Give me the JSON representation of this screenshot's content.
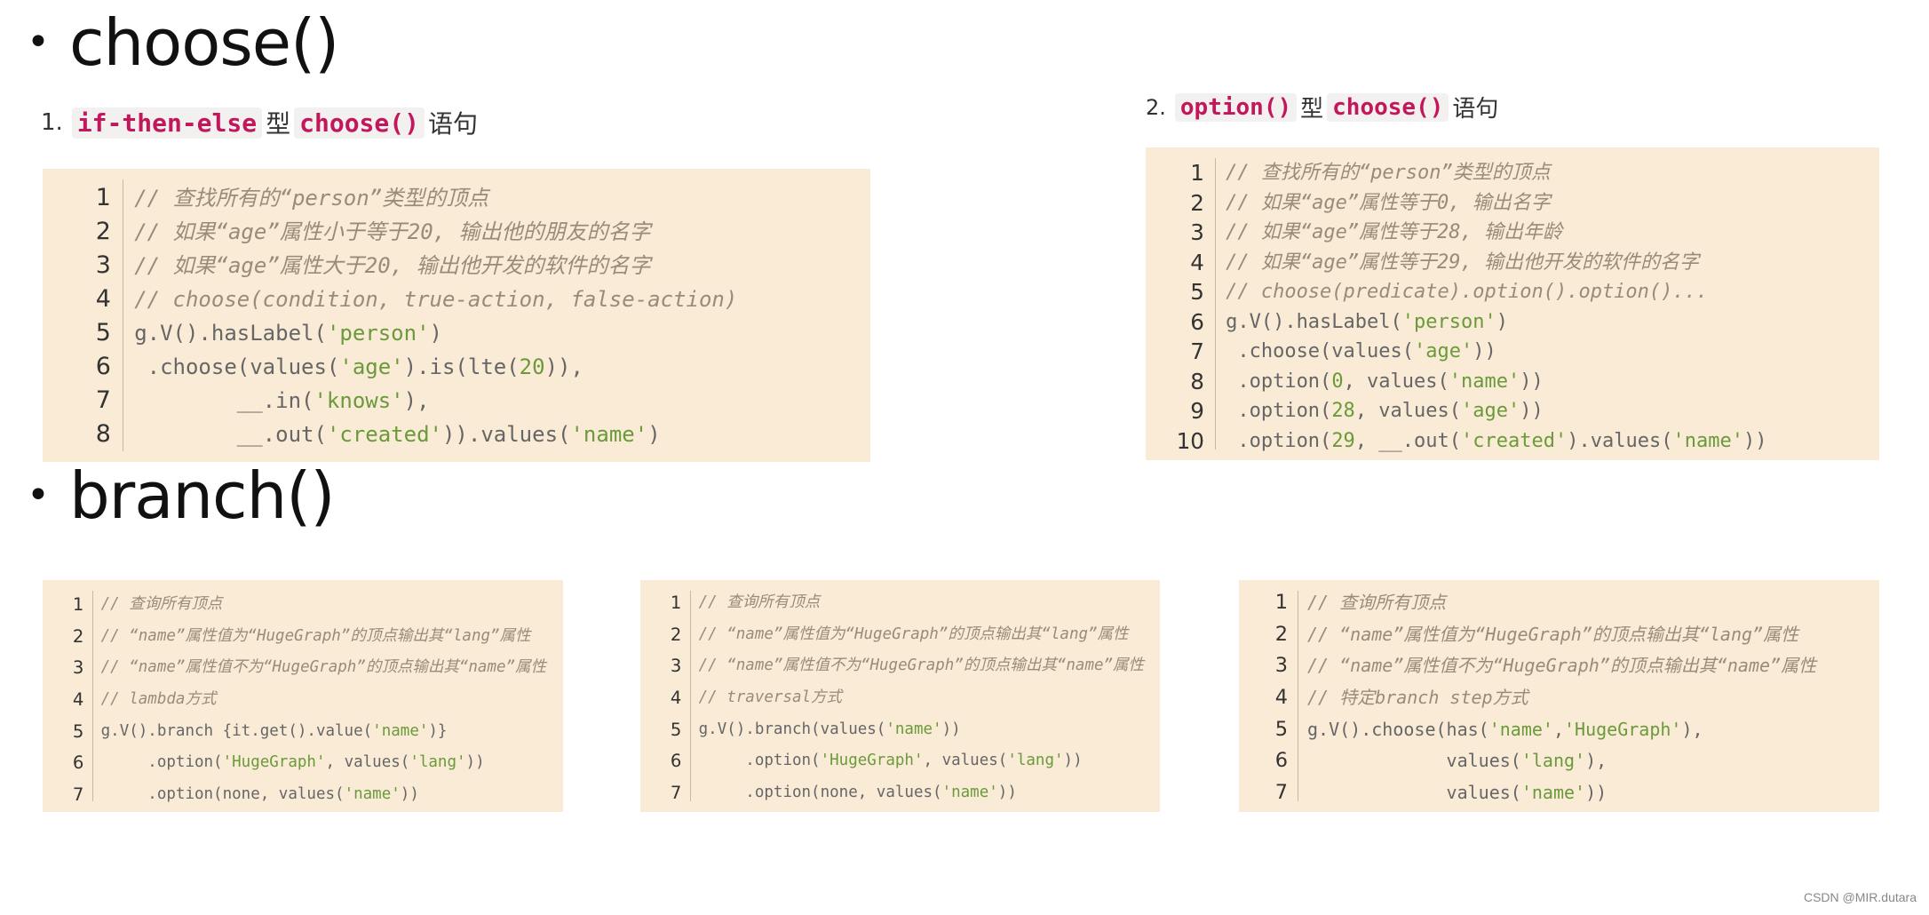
{
  "headings": {
    "choose": "choose()",
    "branch": "branch()"
  },
  "sub1": {
    "num": "1.",
    "code1": "if-then-else",
    "word1": "型",
    "code2": "choose()",
    "word2": "语句"
  },
  "sub2": {
    "num": "2.",
    "code1": "option()",
    "word1": "型",
    "code2": "choose()",
    "word2": "语句"
  },
  "code_blocks": {
    "choose1": {
      "lines": [
        {
          "n": "1",
          "code": "// 查找所有的“person”类型的顶点"
        },
        {
          "n": "2",
          "code": "// 如果“age”属性小于等于20, 输出他的朋友的名字"
        },
        {
          "n": "3",
          "code": "// 如果“age”属性大于20, 输出他开发的软件的名字"
        },
        {
          "n": "4",
          "code": "// choose(condition, true-action, false-action)"
        },
        {
          "n": "5",
          "code": "g.V().hasLabel('person')"
        },
        {
          "n": "6",
          "code": " .choose(values('age').is(lte(20)),"
        },
        {
          "n": "7",
          "code": "        __.in('knows'),"
        },
        {
          "n": "8",
          "code": "        __.out('created')).values('name')"
        }
      ]
    },
    "choose2": {
      "lines": [
        {
          "n": "1",
          "code": "// 查找所有的“person”类型的顶点"
        },
        {
          "n": "2",
          "code": "// 如果“age”属性等于0, 输出名字"
        },
        {
          "n": "3",
          "code": "// 如果“age”属性等于28, 输出年龄"
        },
        {
          "n": "4",
          "code": "// 如果“age”属性等于29, 输出他开发的软件的名字"
        },
        {
          "n": "5",
          "code": "// choose(predicate).option().option()..."
        },
        {
          "n": "6",
          "code": "g.V().hasLabel('person')"
        },
        {
          "n": "7",
          "code": " .choose(values('age'))"
        },
        {
          "n": "8",
          "code": " .option(0, values('name'))"
        },
        {
          "n": "9",
          "code": " .option(28, values('age'))"
        },
        {
          "n": "10",
          "code": " .option(29, __.out('created').values('name'))"
        }
      ]
    },
    "branch1": {
      "lines": [
        {
          "n": "1",
          "code": "// 查询所有顶点"
        },
        {
          "n": "2",
          "code": "// “name”属性值为“HugeGraph”的顶点输出其“lang”属性"
        },
        {
          "n": "3",
          "code": "// “name”属性值不为“HugeGraph”的顶点输出其“name”属性"
        },
        {
          "n": "4",
          "code": "// lambda方式"
        },
        {
          "n": "5",
          "code": "g.V().branch {it.get().value('name')}"
        },
        {
          "n": "6",
          "code": "     .option('HugeGraph', values('lang'))"
        },
        {
          "n": "7",
          "code": "     .option(none, values('name'))"
        }
      ]
    },
    "branch2": {
      "lines": [
        {
          "n": "1",
          "code": "// 查询所有顶点"
        },
        {
          "n": "2",
          "code": "// “name”属性值为“HugeGraph”的顶点输出其“lang”属性"
        },
        {
          "n": "3",
          "code": "// “name”属性值不为“HugeGraph”的顶点输出其“name”属性"
        },
        {
          "n": "4",
          "code": "// traversal方式"
        },
        {
          "n": "5",
          "code": "g.V().branch(values('name'))"
        },
        {
          "n": "6",
          "code": "     .option('HugeGraph', values('lang'))"
        },
        {
          "n": "7",
          "code": "     .option(none, values('name'))"
        }
      ]
    },
    "branch3": {
      "lines": [
        {
          "n": "1",
          "code": "// 查询所有顶点"
        },
        {
          "n": "2",
          "code": "// “name”属性值为“HugeGraph”的顶点输出其“lang”属性"
        },
        {
          "n": "3",
          "code": "// “name”属性值不为“HugeGraph”的顶点输出其“name”属性"
        },
        {
          "n": "4",
          "code": "// 特定branch step方式"
        },
        {
          "n": "5",
          "code": "g.V().choose(has('name','HugeGraph'),"
        },
        {
          "n": "6",
          "code": "             values('lang'),"
        },
        {
          "n": "7",
          "code": "             values('name'))"
        }
      ]
    }
  },
  "watermark": "CSDN @MIR.dutara",
  "colors": {
    "code_bg": "#faebd7",
    "inline_code": "#c2185b",
    "string": "#6a9a3a",
    "comment": "#9a8a7a"
  }
}
